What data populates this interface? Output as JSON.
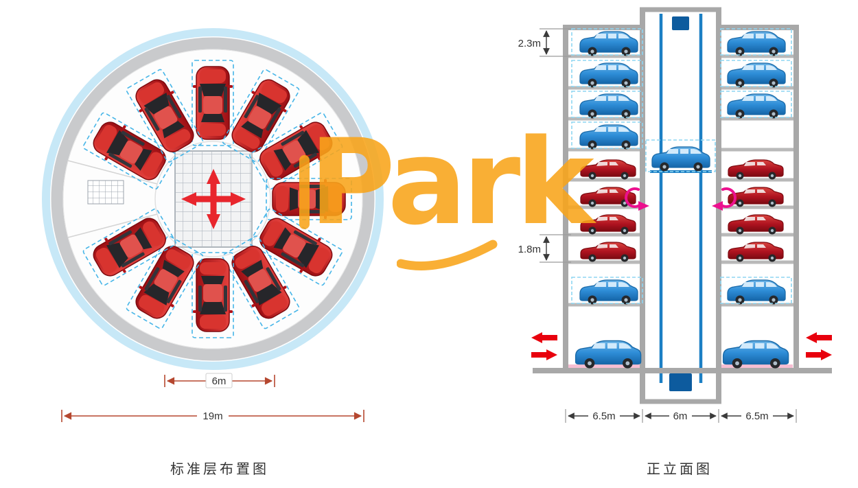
{
  "watermark": {
    "text": "Park",
    "color": "#F9A51A"
  },
  "plan_view": {
    "caption": "标准层布置图",
    "dimensions": {
      "platform_width": "6m",
      "outer_diameter": "19m"
    },
    "red_car_count": 11,
    "parking_sectors": 12,
    "car_color": "#c0161c",
    "ring_color": "#c7e8f7"
  },
  "elevation_view": {
    "caption": "正立面图",
    "dimensions": {
      "upper_level_height": "2.3m",
      "lower_level_height": "1.8m",
      "left_bay_width": "6.5m",
      "shaft_width": "6m",
      "right_bay_width": "6.5m"
    },
    "left_column_rows": [
      "suv",
      "suv",
      "suv",
      "suv",
      "sedan",
      "sedan",
      "sedan",
      "sedan",
      "suv",
      "suv"
    ],
    "right_column_rows": [
      "suv",
      "suv",
      "suv",
      "empty",
      "sedan",
      "sedan",
      "sedan",
      "sedan",
      "suv",
      "suv"
    ],
    "lift_car": "suv",
    "suv_color": "#2f8ed8",
    "sedan_color": "#b01320",
    "accent_pink": "#ec108e",
    "accent_red_arrow": "#e8000d"
  }
}
